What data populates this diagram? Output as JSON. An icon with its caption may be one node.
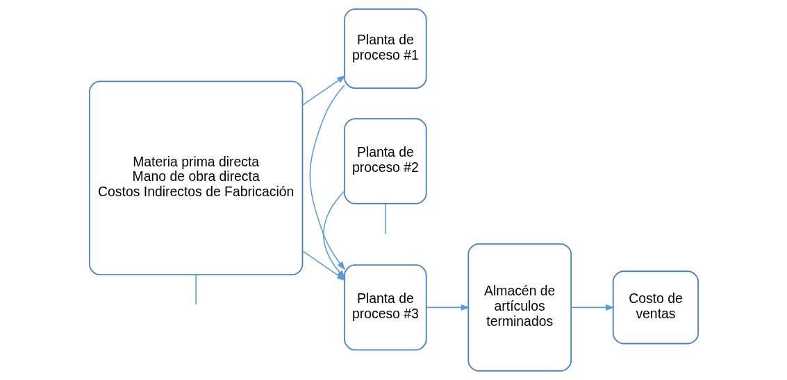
{
  "diagram": {
    "nodes": [
      {
        "text": [
          "Materia prima directa",
          "Mano de obra directa",
          "Costos Indirectos de Fabricación"
        ]
      },
      {
        "text": [
          "Planta de proceso #1"
        ]
      },
      {
        "text": [
          "Planta de proceso #3"
        ]
      },
      {
        "text": [
          "Planta de proceso #2"
        ]
      },
      {
        "text": [
          "Almacén de artículos terminados"
        ]
      },
      {
        "text": [
          "Costo de ventas"
        ]
      }
    ],
    "edges": [
      {
        "from": 0,
        "to": 1,
        "arrow": "to"
      },
      {
        "from": 1,
        "to": 2,
        "arrow": "to"
      },
      {
        "from": 0,
        "to": 2,
        "arrow": "to"
      },
      {
        "from": 3,
        "to": 2,
        "arrow": "to"
      },
      {
        "from": 2,
        "to": 4,
        "arrow": "to"
      },
      {
        "from": 4,
        "to": 5,
        "arrow": "to"
      },
      {
        "from": 0,
        "to": null,
        "arrow": "none"
      },
      {
        "from": 3,
        "to": null,
        "arrow": "none"
      }
    ]
  }
}
